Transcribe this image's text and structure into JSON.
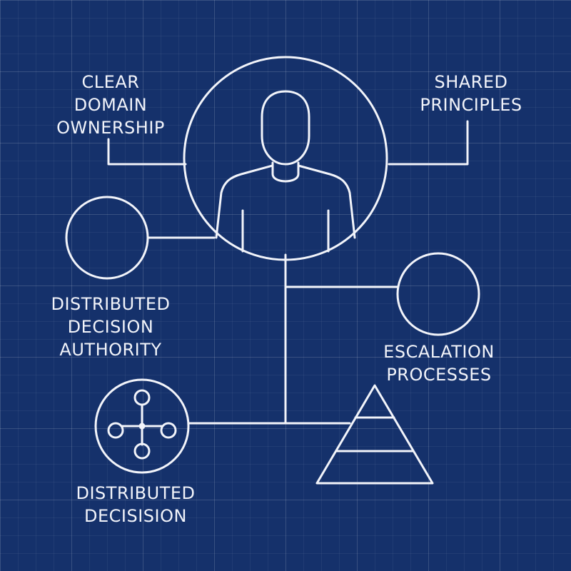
{
  "labels": {
    "clear_domain_ownership": [
      "CLEAR",
      "DOMAIN",
      "OWNERSHIP"
    ],
    "shared_principles": [
      "SHARED",
      "PRINCIPLES"
    ],
    "distributed_decision_authority": [
      "DISTRIBUTED",
      "DECISION",
      "AUTHORITY"
    ],
    "escalation_processes": [
      "ESCALATION",
      "PROCESSES"
    ],
    "distributed_decision": [
      "DISTRIBUTED",
      "DECISISION"
    ]
  },
  "icons": {
    "center": "person-icon",
    "left_node": "empty-circle-icon",
    "right_node": "empty-circle-icon",
    "bottom_left_node": "network-hub-icon",
    "bottom_right_node": "pyramid-icon"
  },
  "colors": {
    "background": "#15316b",
    "line": "#f2f4fa",
    "grid": "#3d5890"
  }
}
